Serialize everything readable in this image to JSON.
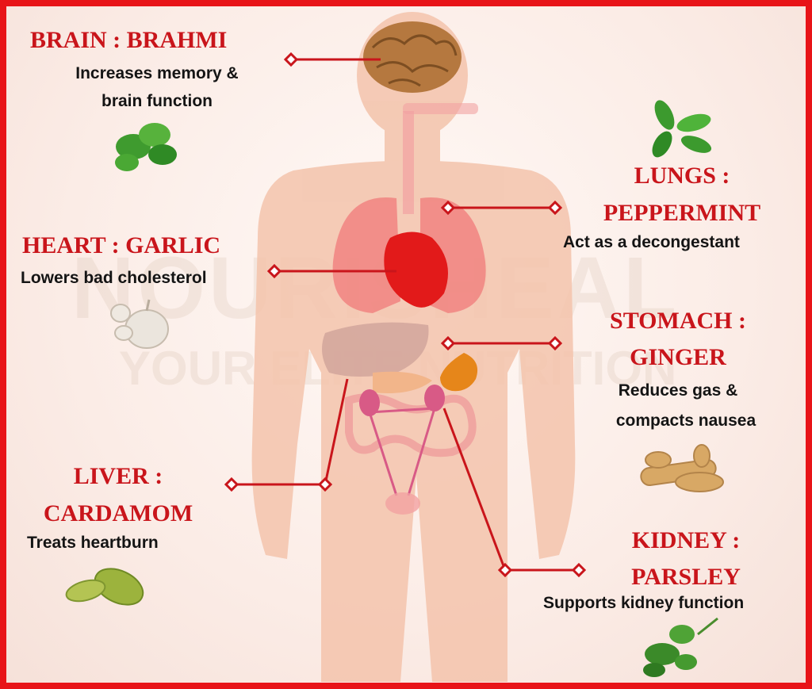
{
  "watermark": {
    "line1": "NOURISHEAL",
    "line2": "YOUR ELITE NUTRITION"
  },
  "organs": [
    {
      "key": "brain",
      "title": "BRAIN : BRAHMI",
      "desc": [
        "Increases memory &",
        "brain function"
      ],
      "herb_icon": "brahmi-leaves-icon"
    },
    {
      "key": "lungs",
      "title": [
        "LUNGS :",
        "PEPPERMINT"
      ],
      "desc": [
        "Act as a decongestant"
      ],
      "herb_icon": "mint-leaves-icon"
    },
    {
      "key": "heart",
      "title": "HEART : GARLIC",
      "desc": [
        "Lowers bad cholesterol"
      ],
      "herb_icon": "garlic-icon"
    },
    {
      "key": "stomach",
      "title": [
        "STOMACH :",
        "GINGER"
      ],
      "desc": [
        "Reduces gas &",
        "compacts nausea"
      ],
      "herb_icon": "ginger-root-icon"
    },
    {
      "key": "liver",
      "title": [
        "LIVER :",
        "CARDAMOM"
      ],
      "desc": [
        "Treats heartburn"
      ],
      "herb_icon": "cardamom-pods-icon"
    },
    {
      "key": "kidney",
      "title": [
        "KIDNEY :",
        "PARSLEY"
      ],
      "desc": [
        "Supports kidney function"
      ],
      "herb_icon": "parsley-icon"
    }
  ],
  "colors": {
    "border": "#e81418",
    "title": "#c9151b",
    "connector": "#c9151b",
    "body": "#f3c3ab"
  }
}
